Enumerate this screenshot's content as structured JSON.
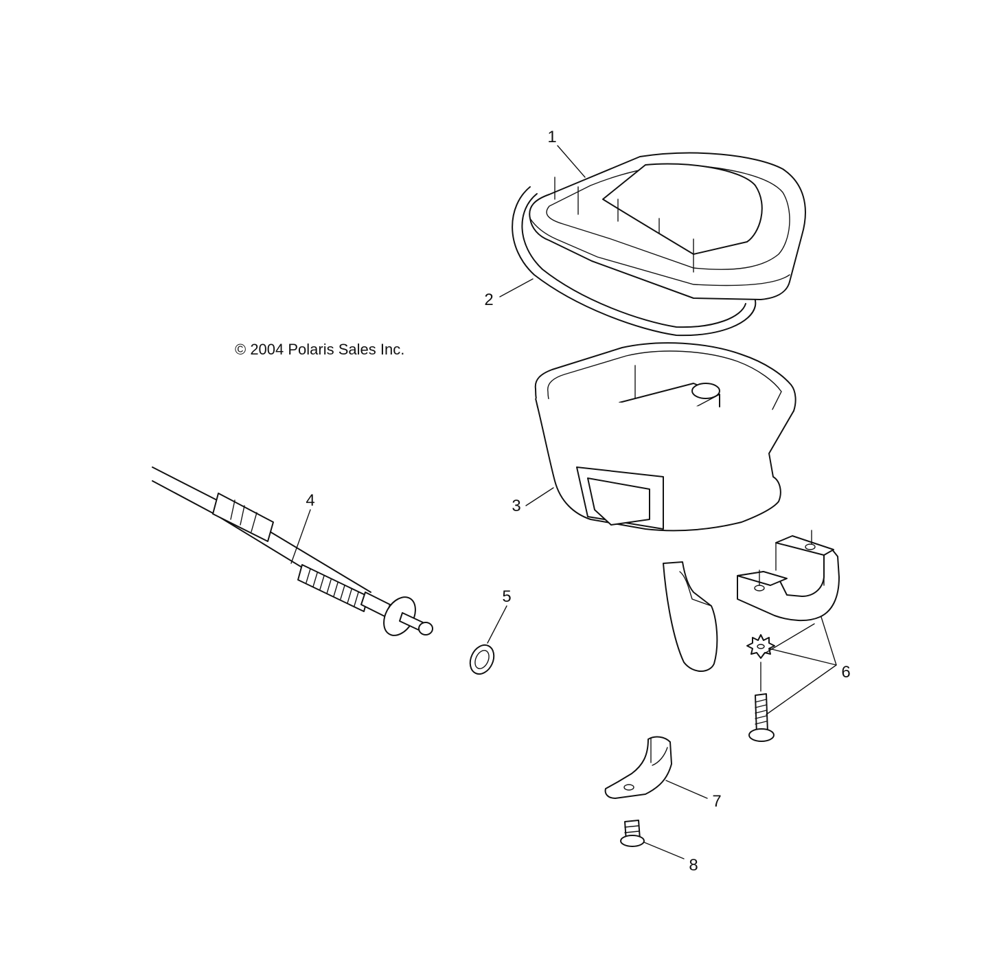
{
  "copyright": "© 2004 Polaris Sales Inc.",
  "callouts": {
    "c1": "1",
    "c2": "2",
    "c3": "3",
    "c4": "4",
    "c5": "5",
    "c6": "6",
    "c7": "7",
    "c8": "8"
  },
  "parts": [
    {
      "id": "1",
      "name": "throttle-housing-cover"
    },
    {
      "id": "2",
      "name": "cover-gasket"
    },
    {
      "id": "3",
      "name": "throttle-housing"
    },
    {
      "id": "4",
      "name": "throttle-cable"
    },
    {
      "id": "5",
      "name": "washer"
    },
    {
      "id": "6",
      "name": "clamp-assembly"
    },
    {
      "id": "7",
      "name": "throttle-arm"
    },
    {
      "id": "8",
      "name": "screw"
    }
  ],
  "colors": {
    "line": "#111111",
    "background": "#ffffff"
  }
}
